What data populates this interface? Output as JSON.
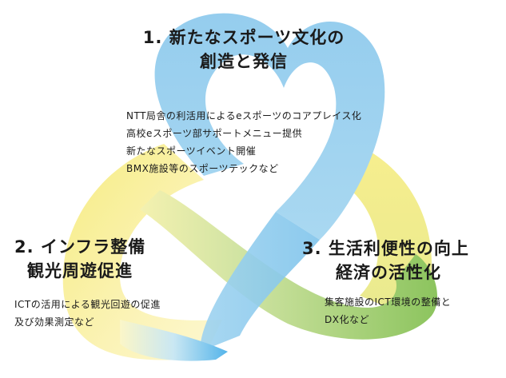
{
  "top": {
    "title_line1": "1. 新たなスポーツ文化の",
    "title_line2": "創造と発信",
    "items": [
      "NTT局舎の利活用によるeスポーツのコアプレイス化",
      "高校eスポーツ部サポートメニュー提供",
      "新たなスポーツイベント開催",
      "BMX施設等のスポーツテックなど"
    ]
  },
  "left": {
    "title_line1": "2. インフラ整備",
    "title_line2": "観光周遊促進",
    "items": [
      "ICTの活用による観光回遊の促進",
      "及び効果測定など"
    ]
  },
  "right": {
    "title_line1": "3. 生活利便性の向上",
    "title_line2": "経済の活性化",
    "items": [
      "集客施設のICT環境の整備と",
      "DX化など"
    ]
  },
  "colors": {
    "blue": "#8fcfee",
    "yellow": "#f8ed8a",
    "green": "#9ccf6a",
    "accent_blue": "#5fb6ea"
  }
}
